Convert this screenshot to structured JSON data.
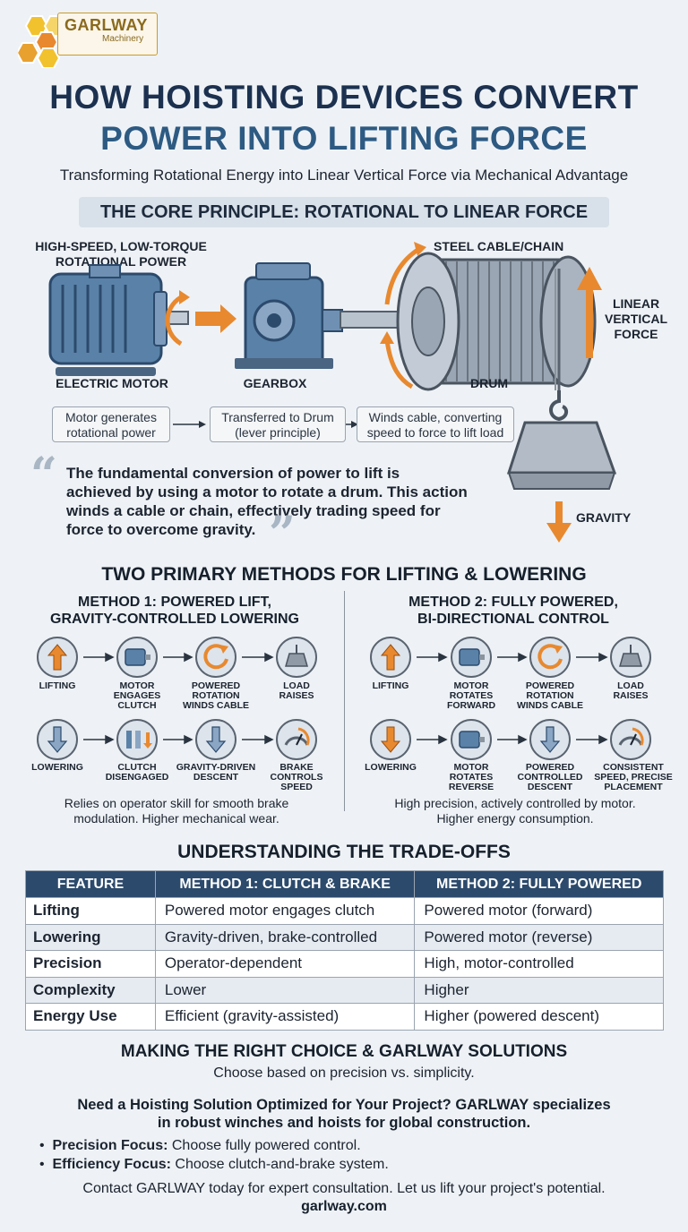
{
  "brand": {
    "name": "GARLWAY",
    "sub": "Machinery"
  },
  "header": {
    "title_line1": "HOW HOISTING DEVICES CONVERT",
    "title_line2": "POWER INTO LIFTING FORCE",
    "subtitle": "Transforming Rotational Energy into Linear Vertical Force via Mechanical Advantage"
  },
  "core": {
    "banner": "THE CORE PRINCIPLE: ROTATIONAL TO LINEAR FORCE",
    "power_label_line1": "HIGH-SPEED, LOW-TORQUE",
    "power_label_line2": "ROTATIONAL POWER",
    "cable_label": "STEEL CABLE/CHAIN",
    "linear_line1": "LINEAR",
    "linear_line2": "VERTICAL",
    "linear_line3": "FORCE",
    "gravity_label": "GRAVITY",
    "components": [
      {
        "name": "ELECTRIC MOTOR",
        "note_line1": "Motor generates",
        "note_line2": "rotational power"
      },
      {
        "name": "GEARBOX",
        "note_line1": "Transferred to Drum",
        "note_line2": "(lever principle)"
      },
      {
        "name": "DRUM",
        "note_line1": "Winds cable, converting",
        "note_line2": "speed to force to lift load"
      }
    ],
    "quote_lines": [
      "The fundamental conversion of power to lift is",
      "achieved by using a motor to rotate a drum. This action",
      "winds a cable or chain, effectively trading speed for",
      "force to overcome gravity."
    ]
  },
  "methods": {
    "section_title": "TWO PRIMARY METHODS FOR LIFTING & LOWERING",
    "method1": {
      "title_line1": "METHOD 1: POWERED LIFT,",
      "title_line2": "GRAVITY-CONTROLLED LOWERING",
      "lift_steps": [
        {
          "line1": "LIFTING",
          "line2": "",
          "line3": "",
          "icon": "up-arrow-icon"
        },
        {
          "line1": "MOTOR",
          "line2": "ENGAGES",
          "line3": "CLUTCH",
          "icon": "motor-icon"
        },
        {
          "line1": "POWERED",
          "line2": "ROTATION",
          "line3": "WINDS CABLE",
          "icon": "rotation-icon"
        },
        {
          "line1": "LOAD",
          "line2": "RAISES",
          "line3": "",
          "icon": "load-icon"
        }
      ],
      "lower_steps": [
        {
          "line1": "LOWERING",
          "line2": "",
          "line3": "",
          "icon": "down-arrow-icon"
        },
        {
          "line1": "CLUTCH",
          "line2": "DISENGAGED",
          "line3": "",
          "icon": "clutch-icon"
        },
        {
          "line1": "GRAVITY-DRIVEN",
          "line2": "DESCENT",
          "line3": "",
          "icon": "down-arrow-icon"
        },
        {
          "line1": "BRAKE",
          "line2": "CONTROLS",
          "line3": "SPEED",
          "icon": "gauge-icon"
        }
      ],
      "note_line1": "Relies on operator skill for smooth brake",
      "note_line2": "modulation. Higher mechanical wear."
    },
    "method2": {
      "title_line1": "METHOD 2: FULLY POWERED,",
      "title_line2": "BI-DIRECTIONAL CONTROL",
      "lift_steps": [
        {
          "line1": "LIFTING",
          "line2": "",
          "line3": "",
          "icon": "up-arrow-icon"
        },
        {
          "line1": "MOTOR",
          "line2": "ROTATES",
          "line3": "FORWARD",
          "icon": "motor-icon"
        },
        {
          "line1": "POWERED",
          "line2": "ROTATION",
          "line3": "WINDS CABLE",
          "icon": "rotation-icon"
        },
        {
          "line1": "LOAD",
          "line2": "RAISES",
          "line3": "",
          "icon": "load-icon"
        }
      ],
      "lower_steps": [
        {
          "line1": "LOWERING",
          "line2": "",
          "line3": "",
          "icon": "down-arrow-icon"
        },
        {
          "line1": "MOTOR",
          "line2": "ROTATES",
          "line3": "REVERSE",
          "icon": "motor-icon"
        },
        {
          "line1": "POWERED",
          "line2": "CONTROLLED",
          "line3": "DESCENT",
          "icon": "down-arrow-icon"
        },
        {
          "line1": "CONSISTENT",
          "line2": "SPEED, PRECISE",
          "line3": "PLACEMENT",
          "icon": "gauge-icon"
        }
      ],
      "note_line1": "High precision, actively controlled by motor.",
      "note_line2": "Higher energy consumption."
    }
  },
  "tradeoffs": {
    "section_title": "UNDERSTANDING THE TRADE-OFFS",
    "headers": [
      "FEATURE",
      "METHOD 1: CLUTCH & BRAKE",
      "METHOD 2: FULLY POWERED"
    ],
    "rows": [
      [
        "Lifting",
        "Powered motor engages clutch",
        "Powered motor (forward)"
      ],
      [
        "Lowering",
        "Gravity-driven, brake-controlled",
        "Powered motor (reverse)"
      ],
      [
        "Precision",
        "Operator-dependent",
        "High, motor-controlled"
      ],
      [
        "Complexity",
        "Lower",
        "Higher"
      ],
      [
        "Energy Use",
        "Efficient (gravity-assisted)",
        "Higher (powered descent)"
      ]
    ]
  },
  "closing": {
    "title": "MAKING THE RIGHT CHOICE & GARLWAY SOLUTIONS",
    "subtitle": "Choose based on precision vs. simplicity.",
    "cta_line1": "Need a Hoisting Solution Optimized for Your Project? GARLWAY specializes",
    "cta_line2": "in robust winches and hoists for global construction.",
    "bullets": [
      {
        "label": "Precision Focus:",
        "text": " Choose fully powered control."
      },
      {
        "label": "Efficiency Focus:",
        "text": " Choose clutch-and-brake system."
      }
    ],
    "contact": "Contact GARLWAY today for expert consultation. Let us lift your project's potential.",
    "website": "garlway.com"
  },
  "colors": {
    "accent": "#e8892f",
    "navy": "#1c3150",
    "steel": "#2d5a82",
    "table_header": "#2c4a6c"
  }
}
